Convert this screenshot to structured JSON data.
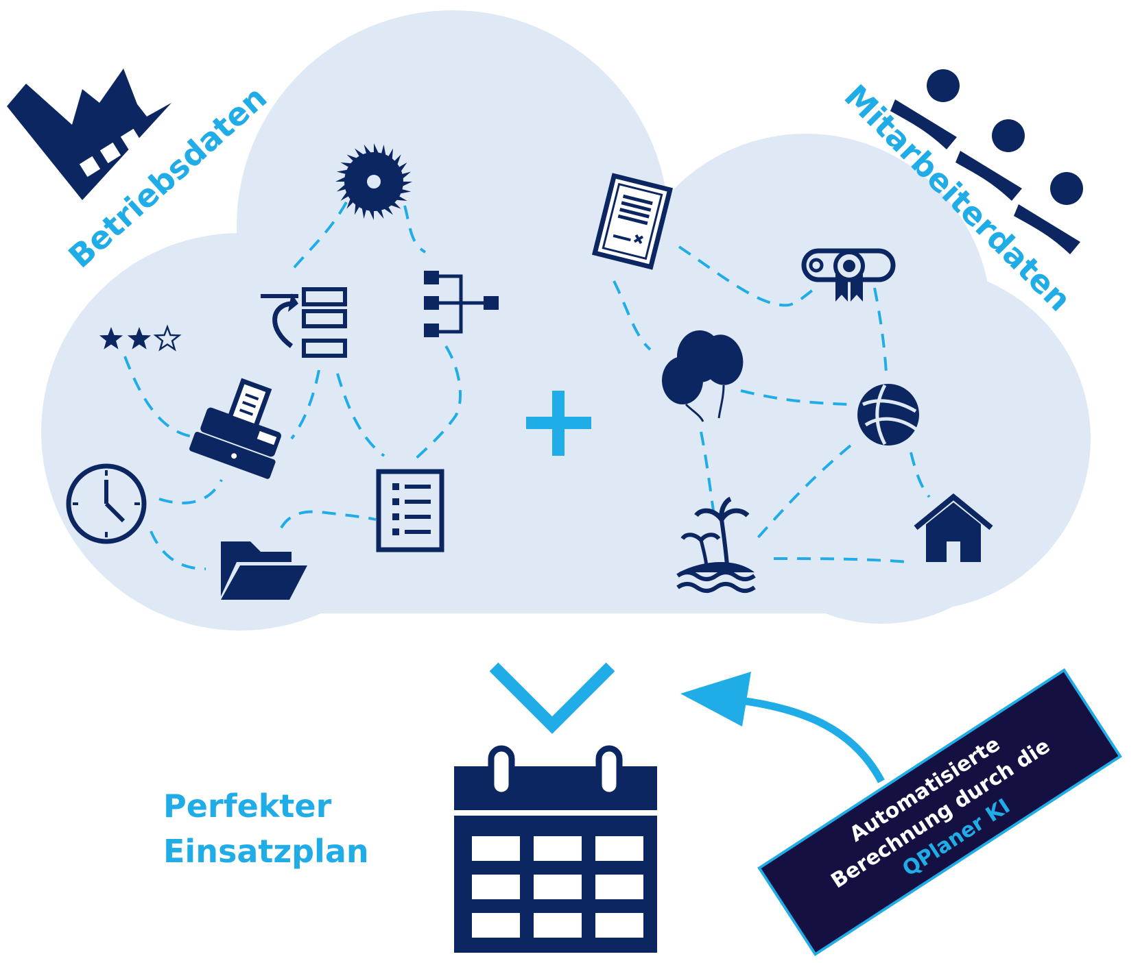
{
  "labels": {
    "company_data": "Betriebsdaten",
    "employee_data": "Mitarbeiterdaten",
    "result_line1": "Perfekter",
    "result_line2": "Einsatzplan",
    "ai_box_line1": "Automatisierte",
    "ai_box_line2": "Berechnung durch die",
    "ai_box_line3": "QPlaner KI"
  },
  "rating": {
    "filled_stars": 2,
    "total_stars": 3
  },
  "icons": {
    "factory": "factory-icon",
    "people": "people-icon",
    "saw_blade": "saw-blade-icon",
    "reorder_list": "reorder-list-icon",
    "hierarchy": "hierarchy-icon",
    "stars": "star-rating-icon",
    "cash_register": "cash-register-icon",
    "clock": "clock-icon",
    "folder": "folder-icon",
    "checklist": "checklist-icon",
    "contract": "contract-icon",
    "diploma": "diploma-icon",
    "balloons": "balloons-icon",
    "volleyball": "volleyball-icon",
    "island": "island-vacation-icon",
    "house": "house-icon",
    "plus": "plus-icon",
    "chevron": "chevron-down-icon",
    "calendar": "calendar-icon",
    "curved_arrow": "curved-arrow-icon"
  },
  "colors": {
    "navy": "#0b2660",
    "accent": "#20ace6",
    "cloud": "#dfe9f5",
    "ai_box": "#141142"
  }
}
